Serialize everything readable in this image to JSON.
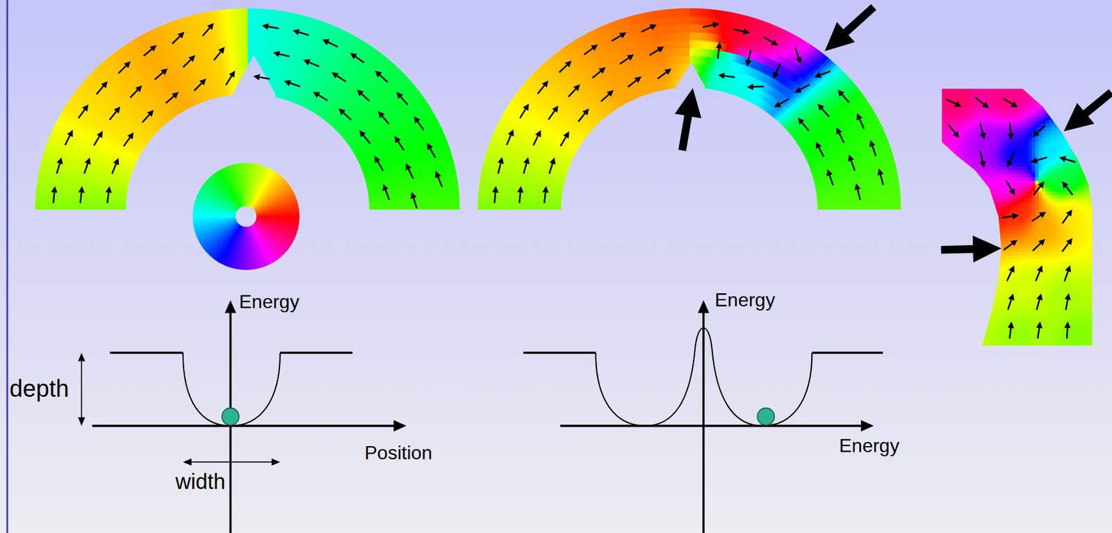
{
  "diagram": {
    "labels": [
      "Energy",
      "depth",
      "Position",
      "width",
      "Energy",
      "Energy"
    ]
  }
}
